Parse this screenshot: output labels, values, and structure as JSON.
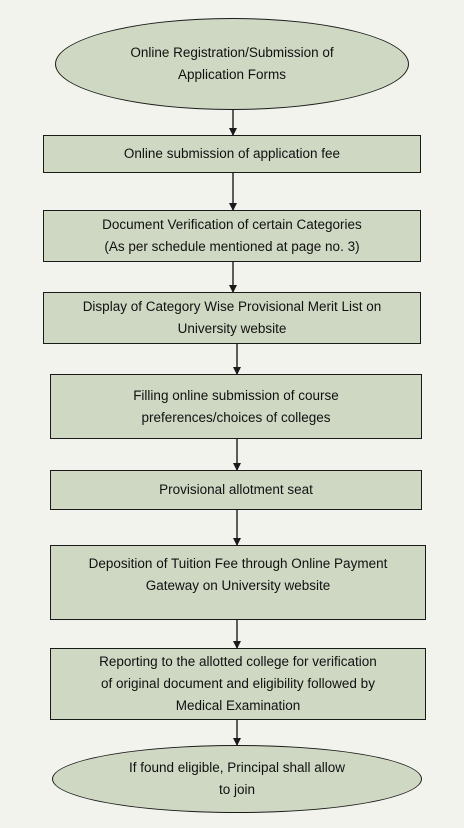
{
  "colors": {
    "background": "#f3f3ee",
    "node_fill": "#cfd8c3",
    "stroke": "#1a1a1a"
  },
  "steps": [
    {
      "shape": "oval",
      "lines": [
        "Online Registration/Submission of",
        "Application Forms"
      ]
    },
    {
      "shape": "rect",
      "lines": [
        "Online submission of application fee"
      ]
    },
    {
      "shape": "rect",
      "lines": [
        "Document Verification of certain Categories",
        "(As per schedule mentioned at page no. 3)"
      ]
    },
    {
      "shape": "rect",
      "lines": [
        "Display of Category Wise Provisional Merit List on",
        "University website"
      ]
    },
    {
      "shape": "rect",
      "lines": [
        "Filling online submission of course",
        "preferences/choices of colleges"
      ]
    },
    {
      "shape": "rect",
      "lines": [
        "Provisional allotment seat"
      ]
    },
    {
      "shape": "rect",
      "lines": [
        "Deposition of Tuition Fee through Online Payment",
        "Gateway on University website"
      ]
    },
    {
      "shape": "rect",
      "lines": [
        "Reporting to the allotted college for verification",
        "of original document and eligibility followed by",
        "Medical Examination"
      ]
    },
    {
      "shape": "oval",
      "lines": [
        "If found eligible, Principal shall allow",
        "to join"
      ]
    }
  ]
}
